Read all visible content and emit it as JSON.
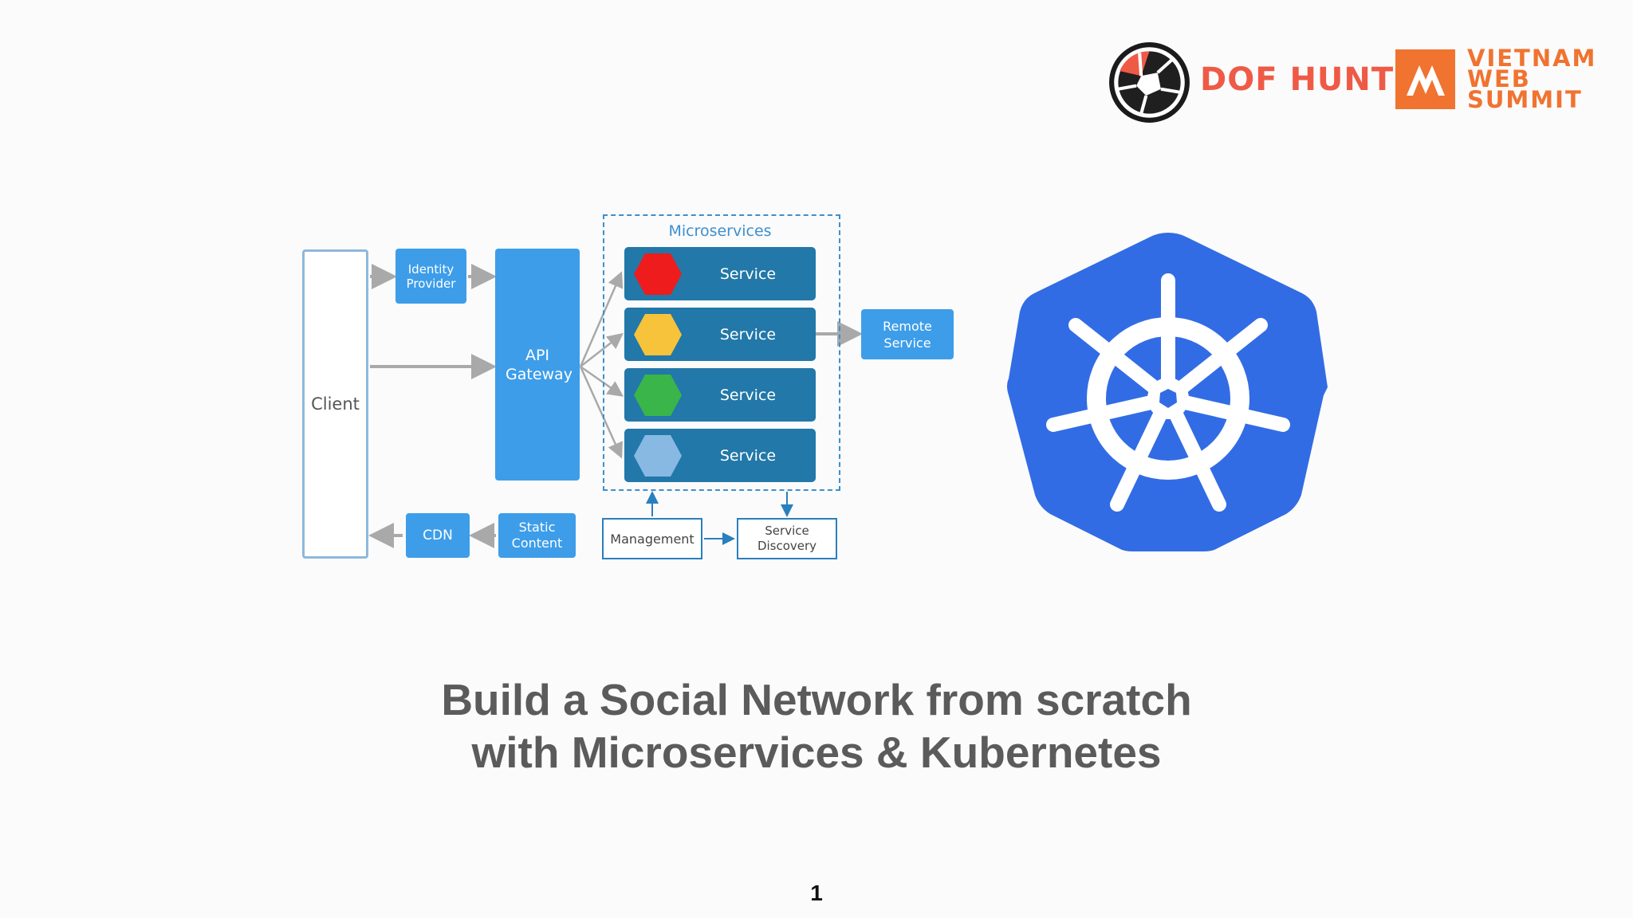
{
  "header": {
    "dofhunt": {
      "text": "DOF HUNT",
      "color": "#ef5a46"
    },
    "vws": {
      "lines": [
        "VIETNAM",
        "WEB",
        "SUMMIT"
      ],
      "color": "#f07330"
    }
  },
  "diagram": {
    "client": "Client",
    "identity_provider": "Identity Provider",
    "api_gateway": "API Gateway",
    "cdn": "CDN",
    "static_content": "Static Content",
    "microservices_title": "Microservices",
    "services": [
      {
        "label": "Service",
        "hex_color": "#ee1c1c"
      },
      {
        "label": "Service",
        "hex_color": "#f7c33b"
      },
      {
        "label": "Service",
        "hex_color": "#3ab54a"
      },
      {
        "label": "Service",
        "hex_color": "#88b9e2"
      }
    ],
    "remote_service": "Remote Service",
    "management": "Management",
    "service_discovery": "Service Discovery",
    "colors": {
      "box": "#3d9de9",
      "service": "#2278a8",
      "arrow": "#a9a9a9",
      "outline": "#2a7fbd"
    }
  },
  "kubernetes_logo": {
    "icon": "kubernetes-helm-icon",
    "color": "#326ce5"
  },
  "title": {
    "line1": "Build a Social Network from scratch",
    "line2": "with Microservices & Kubernetes"
  },
  "page_number": "1"
}
